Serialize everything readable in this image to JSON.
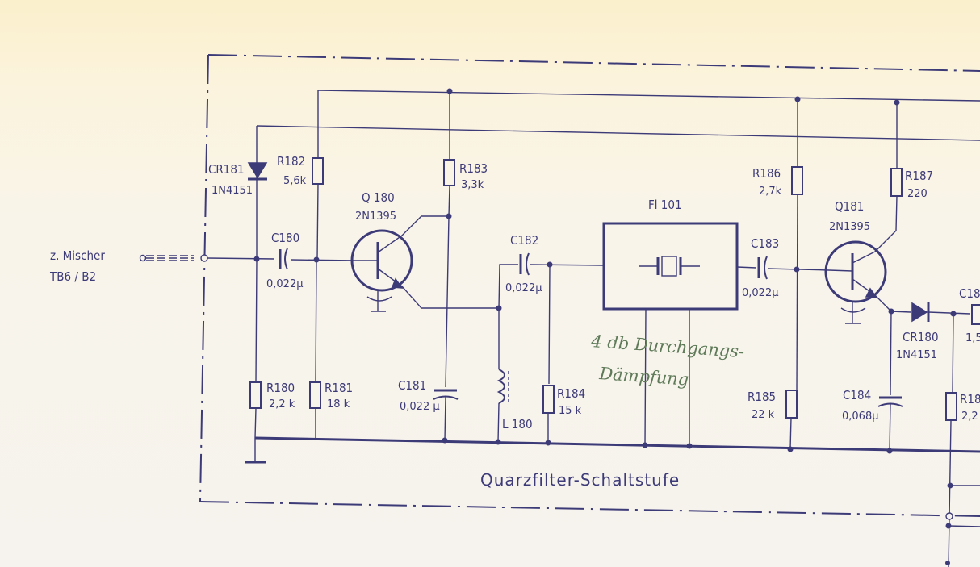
{
  "input_label": {
    "line1": "z. Mischer",
    "line2": "TB6 / B2"
  },
  "components": {
    "cr181": {
      "ref": "CR181",
      "value": "1N4151"
    },
    "r182": {
      "ref": "R182",
      "value": "5,6k"
    },
    "r183": {
      "ref": "R183",
      "value": "3,3k"
    },
    "q180": {
      "ref": "Q 180",
      "value": "2N1395"
    },
    "c180": {
      "ref": "C180",
      "value": "0,022µ"
    },
    "c182": {
      "ref": "C182",
      "value": "0,022µ"
    },
    "fl101": {
      "ref": "Fl 101"
    },
    "c183": {
      "ref": "C183",
      "value": "0,022µ"
    },
    "r186": {
      "ref": "R186",
      "value": "2,7k"
    },
    "r187": {
      "ref": "R187",
      "value": "220"
    },
    "q181": {
      "ref": "Q181",
      "value": "2N1395"
    },
    "cr180": {
      "ref": "CR180",
      "value": "1N4151"
    },
    "c18x": {
      "ref": "C18",
      "value": "1,5"
    },
    "r180": {
      "ref": "R180",
      "value": "2,2 k"
    },
    "r181": {
      "ref": "R181",
      "value": "18 k"
    },
    "c181": {
      "ref": "C181",
      "value": "0,022 µ"
    },
    "l180": {
      "ref": "L 180"
    },
    "r184": {
      "ref": "R184",
      "value": "15 k"
    },
    "r185": {
      "ref": "R185",
      "value": "22 k"
    },
    "c184": {
      "ref": "C184",
      "value": "0,068µ"
    },
    "r18x": {
      "ref": "R18",
      "value": "2,2"
    }
  },
  "note": {
    "line1": "4 db Durchgangs-",
    "line2": "Dämpfung"
  },
  "title": "Quarzfilter-Schaltstufe",
  "colors": {
    "ink": "#3d3a78",
    "note_ink": "#5e7a58",
    "paper_top": "#fbf0cc",
    "paper": "#f6f3ee"
  }
}
